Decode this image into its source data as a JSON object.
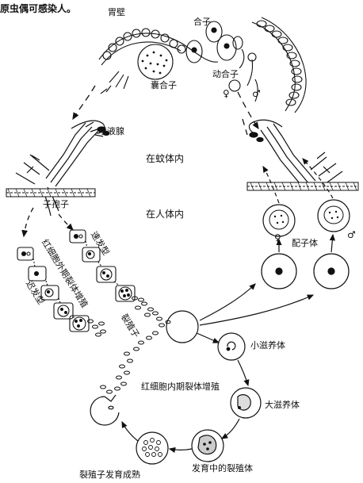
{
  "header_text": "原虫偶可感染人。",
  "labels": {
    "stomach_wall": "胃壁",
    "zygote": "合子",
    "ookinete": "动合子",
    "oocyst": "囊合子",
    "salivary_gland": "唾液腺",
    "in_mosquito": "在蚊体内",
    "sporozoite": "子孢子",
    "in_human": "在人体内",
    "gametocyte": "配子体",
    "exo_cycle": "红细胞外期裂体增殖",
    "tachy": "速发型",
    "brady": "迟发型",
    "merozoite": "裂殖子",
    "small_troph": "小滋养体",
    "ery_cycle": "红细胞内期裂体增殖",
    "large_troph": "大滋养体",
    "developing_schizont": "发育中的裂殖体",
    "mature_schizont": "裂殖子发育成熟"
  },
  "symbols": {
    "female": "♀",
    "male": "♂"
  }
}
